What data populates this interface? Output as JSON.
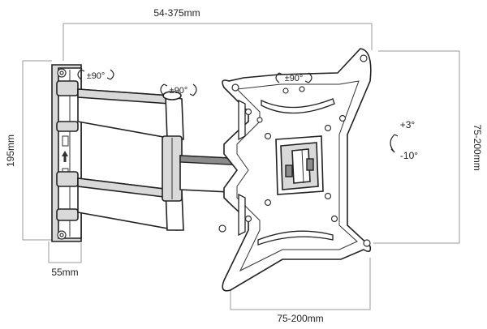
{
  "dimensions": {
    "arm_extension": "54-375mm",
    "wall_plate_height": "195mm",
    "wall_plate_width": "55mm",
    "vesa_vertical": "75-200mm",
    "vesa_horizontal": "75-200mm"
  },
  "rotation": {
    "wall_swivel": "±90°",
    "arm_swivel": "±90°",
    "plate_rotation": "±90°"
  },
  "tilt": {
    "up": "+3°",
    "down": "-10°"
  }
}
